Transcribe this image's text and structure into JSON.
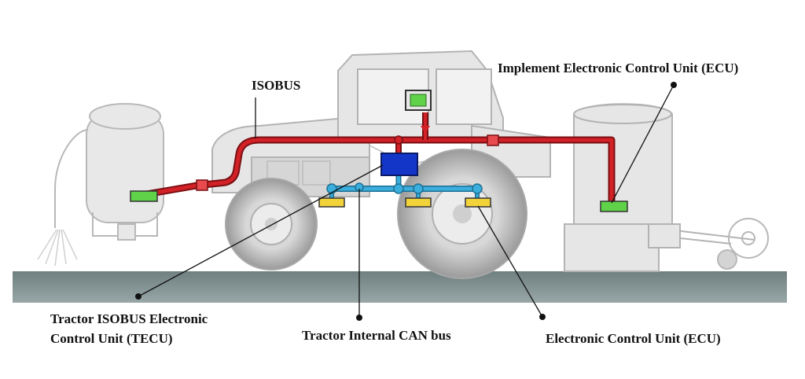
{
  "labels": {
    "isobus": "ISOBUS",
    "implement_ecu": "Implement Electronic Control Unit (ECU)",
    "tecu_line1": "Tractor ISOBUS Electronic",
    "tecu_line2": "Control Unit (TECU)",
    "can_bus": "Tractor Internal CAN bus",
    "ecu": "Electronic Control Unit (ECU)"
  },
  "colors": {
    "isobus_line": "#c8191e",
    "can_bus_line": "#3aaedc",
    "tecu_box": "#1436c8",
    "implement_ecu_box": "#5fd24a",
    "ecu_box": "#f2d33a",
    "ground": "#7f8f8f"
  }
}
